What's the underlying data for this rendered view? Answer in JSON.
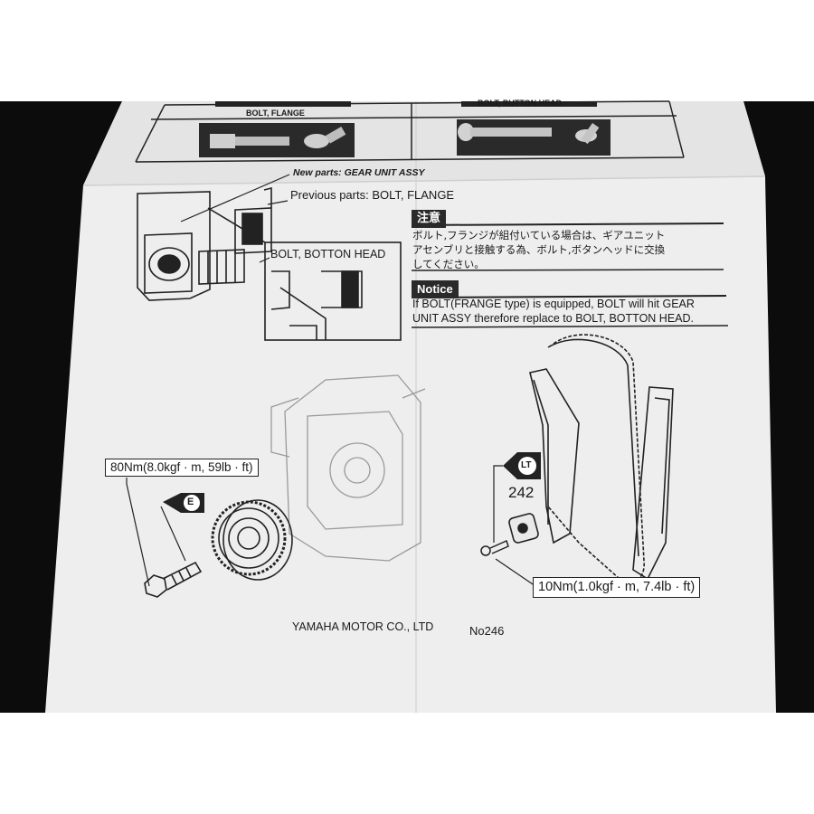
{
  "top_table": {
    "left_label": "BOLT, FLANGE",
    "right_label": "BOLT, BUTTON HEAD"
  },
  "callouts": {
    "new_parts": "New parts: GEAR UNIT ASSY",
    "previous_parts": "Previous parts: BOLT, FLANGE",
    "bolt_botton_head": "BOLT, BOTTON HEAD"
  },
  "caution": {
    "title": "注意",
    "lines": [
      "ボルト,フランジが組付いている場合は、ギアユニット",
      "アセンブリと接触する為、ボルト,ボタンヘッドに交換",
      "してください。"
    ]
  },
  "notice": {
    "title": "Notice",
    "lines": [
      "If BOLT(FRANGE type) is equipped, BOLT will hit GEAR",
      "UNIT ASSY therefore replace to BOLT, BOTTON HEAD."
    ]
  },
  "torque": {
    "left": "80Nm(8.0kgf · m, 59lb · ft)",
    "right": "10Nm(1.0kgf · m, 7.4lb · ft)"
  },
  "symbols": {
    "engine_oil": "E",
    "locktite": "LT",
    "locktite_number": "242"
  },
  "footer": {
    "company": "YAMAHA  MOTOR  CO., LTD",
    "doc_number": "No246"
  },
  "colors": {
    "background": "#0c0c0c",
    "paper": "#efefef",
    "ink": "#1a1a1a"
  }
}
